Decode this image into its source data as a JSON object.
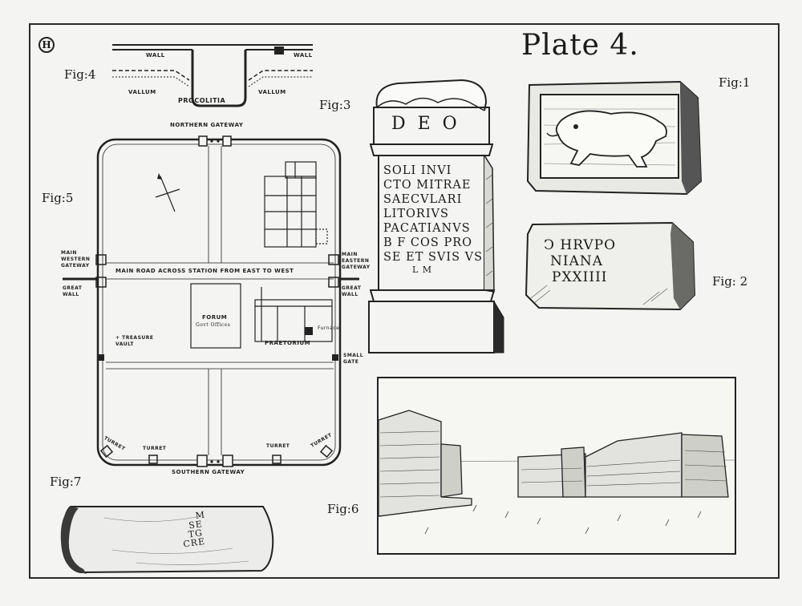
{
  "plate": {
    "title": "Plate 4.",
    "monogram": "H"
  },
  "figures": {
    "fig1": "Fig:1",
    "fig2": "Fig: 2",
    "fig3": "Fig:3",
    "fig4": "Fig:4",
    "fig5": "Fig:5",
    "fig6": "Fig:6",
    "fig7": "Fig:7"
  },
  "fig4_labels": {
    "wall_left": "WALL",
    "wall_right": "WALL",
    "vallum_left": "VALLUM",
    "vallum_right": "VALLUM",
    "station": "PROCOLITIA"
  },
  "plan_labels": {
    "northern_gateway": "NORTHERN GATEWAY",
    "southern_gateway": "SOUTHERN GATEWAY",
    "main_western_gateway": "MAIN WESTERN GATEWAY",
    "main_eastern_gateway": "MAIN EASTERN GATEWAY",
    "great_wall_left": "GREAT WALL",
    "great_wall_right": "GREAT WALL",
    "main_road": "MAIN ROAD ACROSS STATION FROM EAST TO WEST",
    "forum": "FORUM",
    "forum_sub": "Govt Offices",
    "treasure_vault": "+ TREASURE VAULT",
    "praetorium": "PRAETORIUM",
    "furnace": "Furnace",
    "small_gate": "SMALL GATE",
    "turret_1": "TURRET",
    "turret_2": "TURRET",
    "turret_3": "TURRET",
    "turret_4": "TURRET"
  },
  "altar": {
    "deo": "D E O",
    "lines": [
      "SOLI INVI",
      "CTO MITRAE",
      "SAECVLARI",
      "LITORIVS",
      "PACATIANVS",
      "B F COS PRO",
      "SE ET SVIS VS",
      "L M"
    ]
  },
  "stone2": {
    "lines": [
      "Ↄ HRVPO",
      "NIANA",
      "PXXIIII"
    ]
  },
  "fig7_inscription": {
    "lines": [
      "M",
      "SE",
      "TG",
      "CRE"
    ]
  }
}
